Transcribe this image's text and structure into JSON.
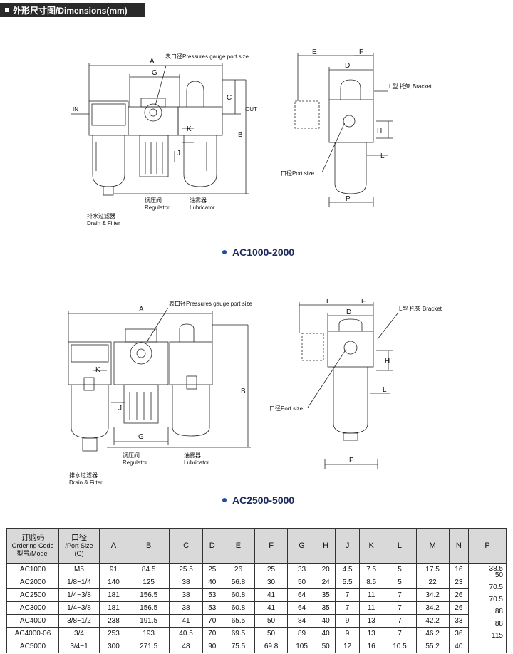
{
  "header": {
    "title": "外形尺寸图/Dimensions(mm)"
  },
  "diagrams": {
    "top": {
      "caption": "AC1000-2000",
      "labels": {
        "A": "A",
        "G": "G",
        "C": "C",
        "B": "B",
        "K": "K",
        "J": "J",
        "in": "IN",
        "out": "OUT",
        "gauge_port": "表口径Pressures gauge port size",
        "regulator_cn": "调压阀",
        "regulator_en": "Regulator",
        "lubricator_cn": "油雾器",
        "lubricator_en": "Lubricator",
        "drain_cn": "排水过滤器",
        "drain_en": "Drain & Filter",
        "E": "E",
        "F": "F",
        "D": "D",
        "H": "H",
        "L": "L",
        "P": "P",
        "bracket": "L型 托架 Bracket",
        "port_size": "口径Port size"
      }
    },
    "bottom": {
      "caption": "AC2500-5000",
      "labels": {
        "A": "A",
        "G": "G",
        "B": "B",
        "K": "K",
        "J": "J",
        "gauge_port": "表口径Pressures gauge port size",
        "regulator_cn": "调压阀",
        "regulator_en": "Regulator",
        "lubricator_cn": "油雾器",
        "lubricator_en": "Lubricator",
        "drain_cn": "排水过滤器",
        "drain_en": "Drain & Filter",
        "E": "E",
        "F": "F",
        "D": "D",
        "H": "H",
        "L": "L",
        "P": "P",
        "bracket": "L型 托架 Bracket",
        "port_size": "口径Port size"
      }
    }
  },
  "table": {
    "header_model_cn": "订购码",
    "header_model_en1": "Ordering Code",
    "header_model_en2": "型号/Model",
    "header_port_cn": "口径",
    "header_port_en": "/Port Size",
    "header_port_g": "(G)",
    "columns": [
      "A",
      "B",
      "C",
      "D",
      "E",
      "F",
      "G",
      "H",
      "J",
      "K",
      "L",
      "M",
      "N",
      "P"
    ],
    "rows": [
      {
        "model": "AC1000",
        "port": "M5",
        "vals": [
          "91",
          "84.5",
          "25.5",
          "25",
          "26",
          "25",
          "33",
          "20",
          "4.5",
          "7.5",
          "5",
          "17.5",
          "16"
        ]
      },
      {
        "model": "AC2000",
        "port": "1/8~1/4",
        "vals": [
          "140",
          "125",
          "38",
          "40",
          "56.8",
          "30",
          "50",
          "24",
          "5.5",
          "8.5",
          "5",
          "22",
          "23"
        ]
      },
      {
        "model": "AC2500",
        "port": "1/4~3/8",
        "vals": [
          "181",
          "156.5",
          "38",
          "53",
          "60.8",
          "41",
          "64",
          "35",
          "7",
          "11",
          "7",
          "34.2",
          "26"
        ]
      },
      {
        "model": "AC3000",
        "port": "1/4~3/8",
        "vals": [
          "181",
          "156.5",
          "38",
          "53",
          "60.8",
          "41",
          "64",
          "35",
          "7",
          "11",
          "7",
          "34.2",
          "26"
        ]
      },
      {
        "model": "AC4000",
        "port": "3/8~1/2",
        "vals": [
          "238",
          "191.5",
          "41",
          "70",
          "65.5",
          "50",
          "84",
          "40",
          "9",
          "13",
          "7",
          "42.2",
          "33"
        ]
      },
      {
        "model": "AC4000-06",
        "port": "3/4",
        "vals": [
          "253",
          "193",
          "40.5",
          "70",
          "69.5",
          "50",
          "89",
          "40",
          "9",
          "13",
          "7",
          "46.2",
          "36"
        ]
      },
      {
        "model": "AC5000",
        "port": "3/4~1",
        "vals": [
          "300",
          "271.5",
          "48",
          "90",
          "75.5",
          "69.8",
          "105",
          "50",
          "12",
          "16",
          "10.5",
          "55.2",
          "40"
        ]
      }
    ],
    "p_values": [
      "38.5",
      "50",
      "70.5",
      "70.5",
      "88",
      "88",
      "115"
    ]
  }
}
